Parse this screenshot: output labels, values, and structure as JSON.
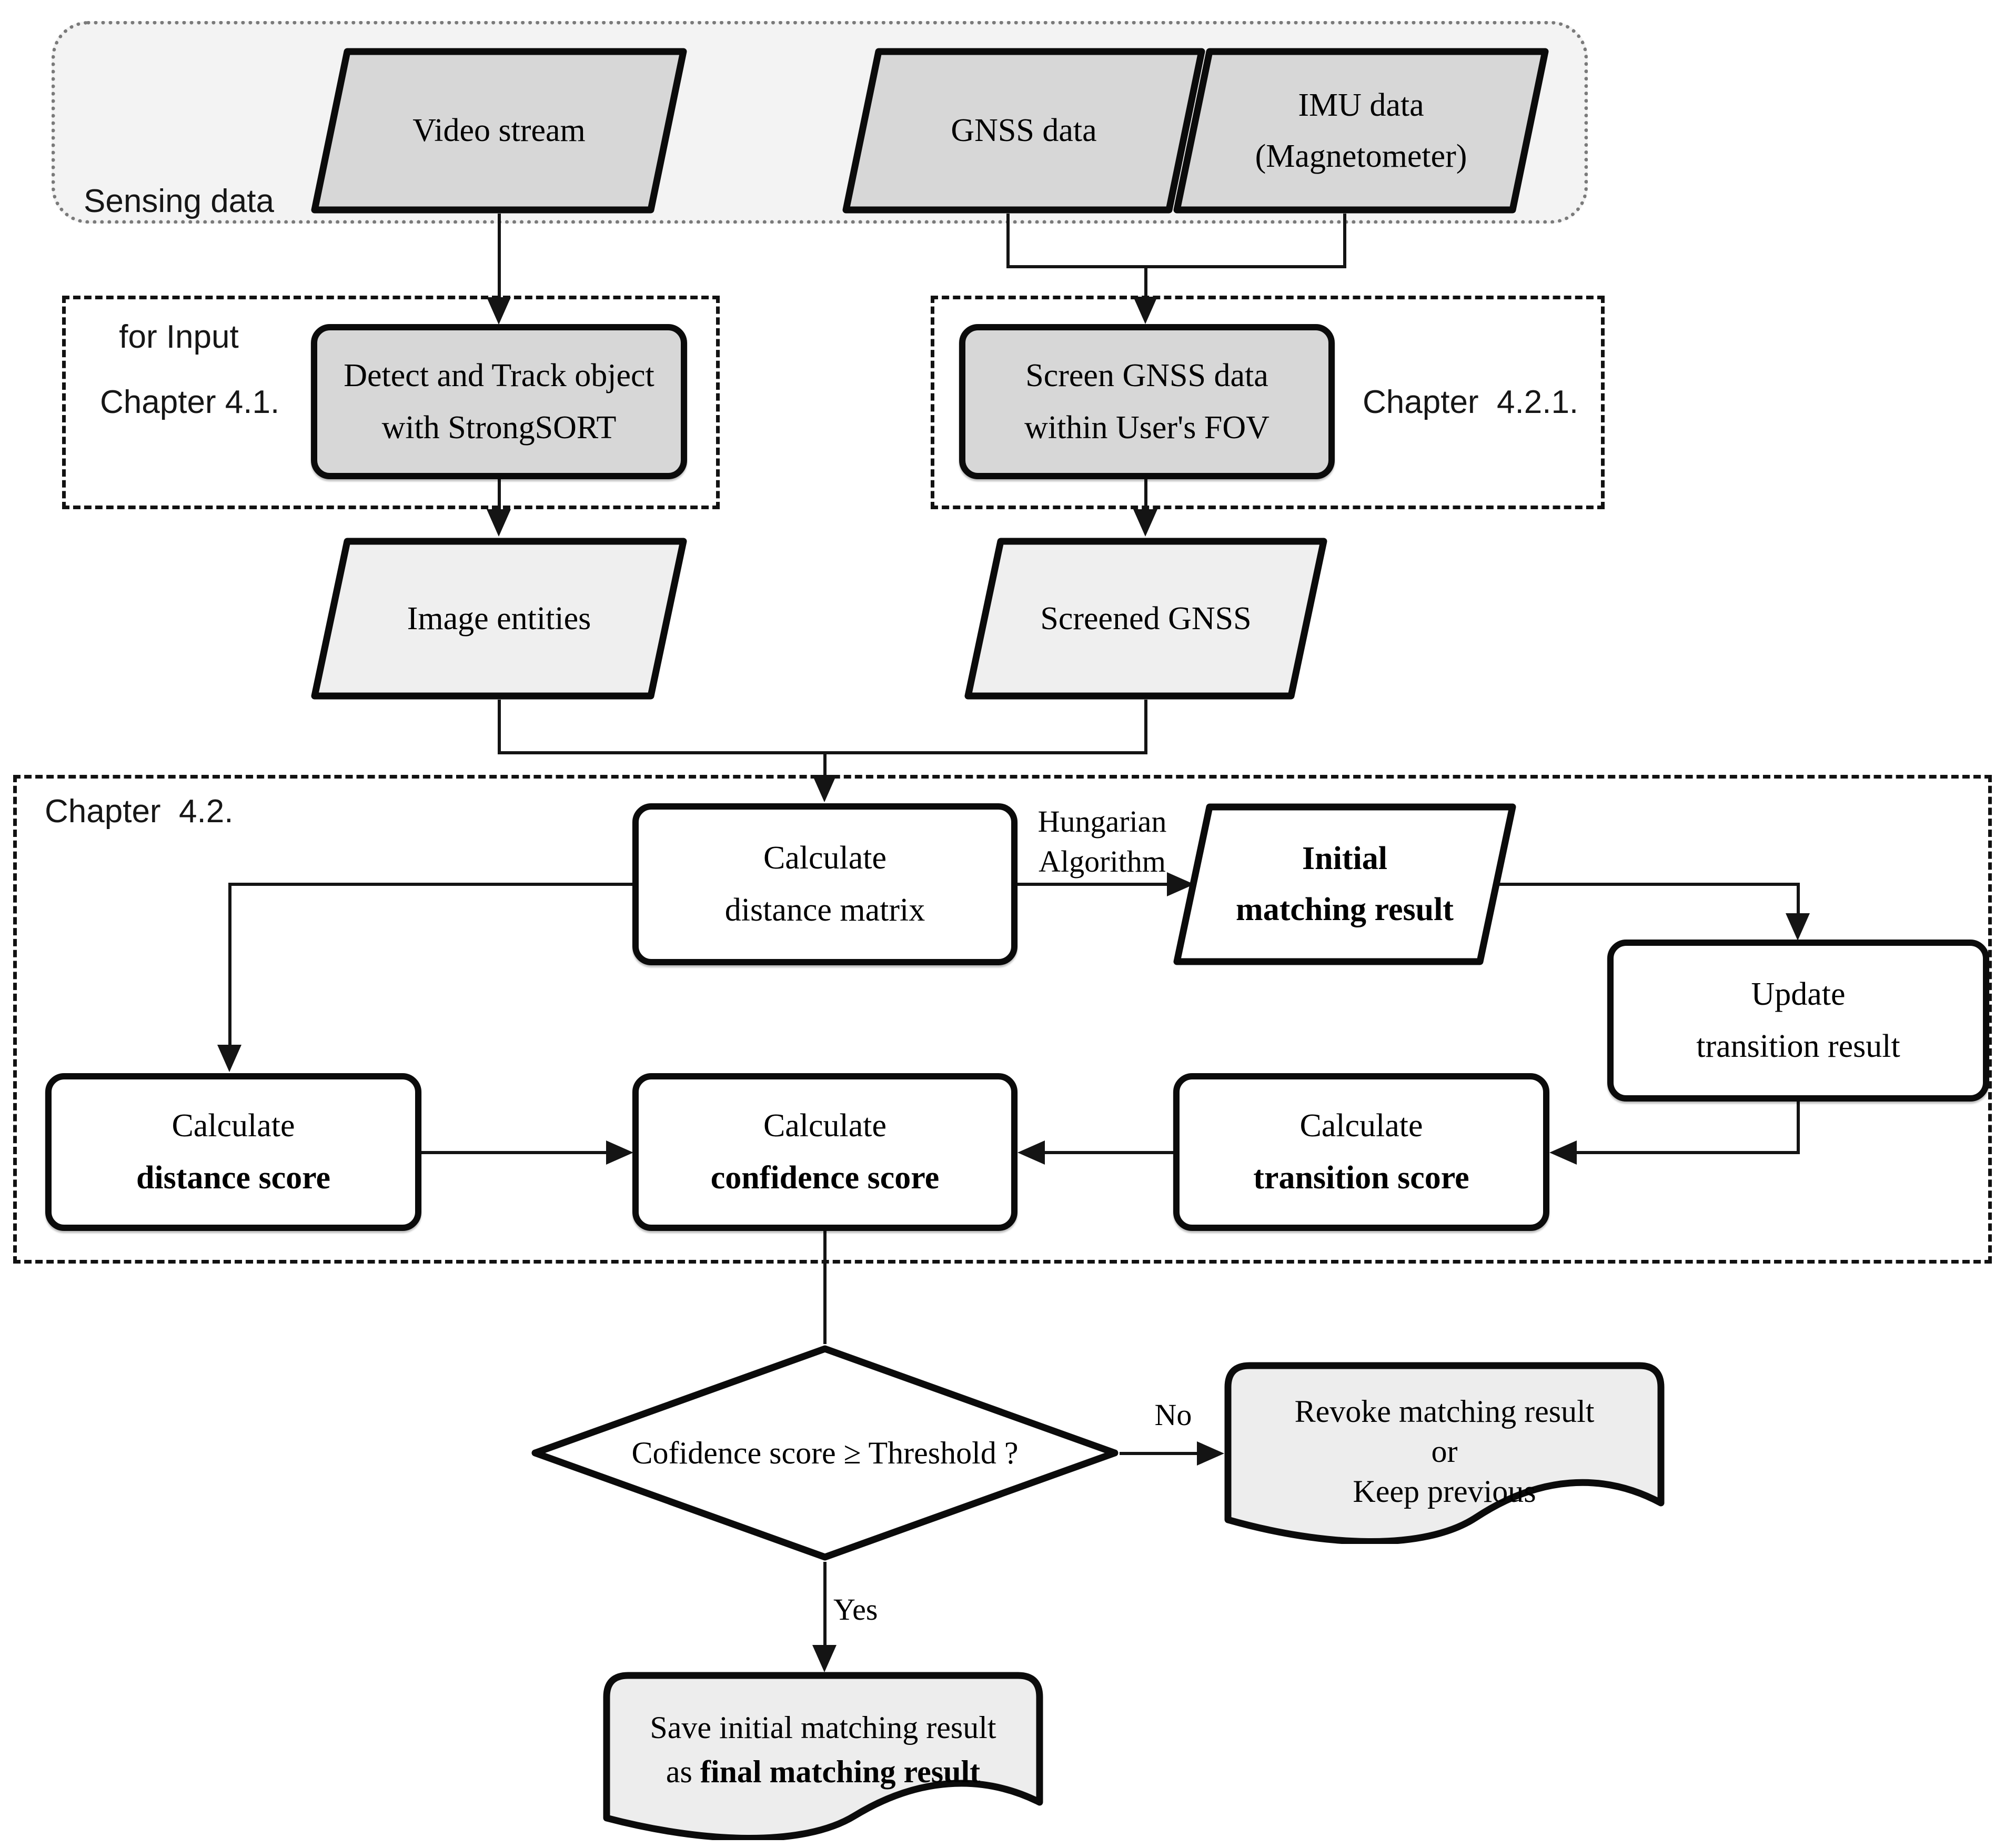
{
  "containers": {
    "sensing": {
      "line1": "Sensing data",
      "line2": "for Input"
    },
    "chapter41": {
      "label": "Chapter 4.1."
    },
    "chapter421": {
      "label": "Chapter  4.2.1."
    },
    "chapter42": {
      "label": "Chapter  4.2."
    }
  },
  "nodes": {
    "video_stream": {
      "shape": "parallelogram",
      "line1": "Video stream"
    },
    "gnss_data": {
      "shape": "parallelogram",
      "line1": "GNSS data"
    },
    "imu_data": {
      "shape": "parallelogram",
      "line1": "IMU data",
      "line2": "(Magnetometer)"
    },
    "detect_track": {
      "shape": "process",
      "line1": "Detect and Track object",
      "line2": "with StrongSORT"
    },
    "screen_gnss": {
      "shape": "process",
      "line1": "Screen GNSS data",
      "line2": "within User's FOV"
    },
    "image_entities": {
      "shape": "parallelogram",
      "line1": "Image entities"
    },
    "screened_gnss": {
      "shape": "parallelogram",
      "line1": "Screened GNSS"
    },
    "calc_distance_matrix": {
      "shape": "process",
      "line1": "Calculate",
      "line2": "distance matrix"
    },
    "initial_matching_result": {
      "shape": "parallelogram",
      "line1": "Initial",
      "line2": "matching result"
    },
    "update_transition_result": {
      "shape": "process",
      "line1": "Update",
      "line2": "transition result"
    },
    "calc_distance_score": {
      "shape": "process",
      "line1": "Calculate",
      "line2_bold": "distance score"
    },
    "calc_confidence_score": {
      "shape": "process",
      "line1": "Calculate",
      "line2_bold": "confidence score"
    },
    "calc_transition_score": {
      "shape": "process",
      "line1": "Calculate",
      "line2_bold": "transition score"
    },
    "confidence_decision": {
      "shape": "decision",
      "label": "Cofidence score ≥ Threshold ?"
    },
    "revoke_result": {
      "shape": "document",
      "line1": "Revoke matching result",
      "line2": "or",
      "line3": "Keep previous"
    },
    "save_final_result": {
      "shape": "document",
      "line1": "Save initial matching result",
      "line2_prefix": "as ",
      "line2_bold": "final matching result"
    }
  },
  "edge_labels": {
    "hungarian_line1": "Hungarian",
    "hungarian_line2": "Algorithm",
    "no": "No",
    "yes": "Yes"
  },
  "colors": {
    "input_node_fill": "#d7d7d7",
    "intermediate_node_fill": "#efefef",
    "process_node_fill": "#ffffff",
    "sensing_container_fill": "#f3f3f3",
    "stroke": "#0b0b0b"
  }
}
